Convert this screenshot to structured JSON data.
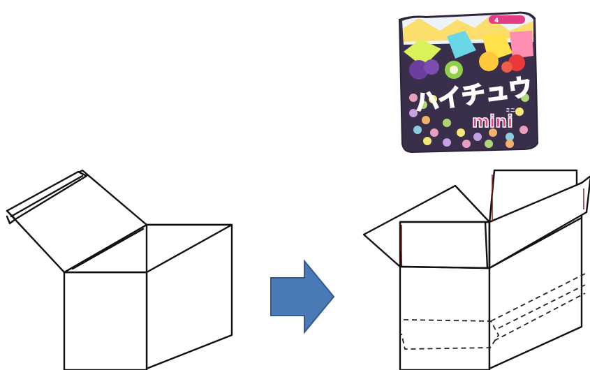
{
  "product": {
    "brand_name": "ハイチュウ",
    "variant_name": "mini",
    "variant_reading": "ミニ",
    "badge": "4"
  },
  "colors": {
    "arrow_fill": "#4a7ab5",
    "arrow_stroke": "#2f5a8f",
    "package_logo": "#e23c84",
    "package_background": "#3a2f4a",
    "line": "#111111"
  },
  "illustrations": {
    "left": "open-box-lid-closed-flap",
    "right": "open-box-with-inner-insert-dashed"
  }
}
